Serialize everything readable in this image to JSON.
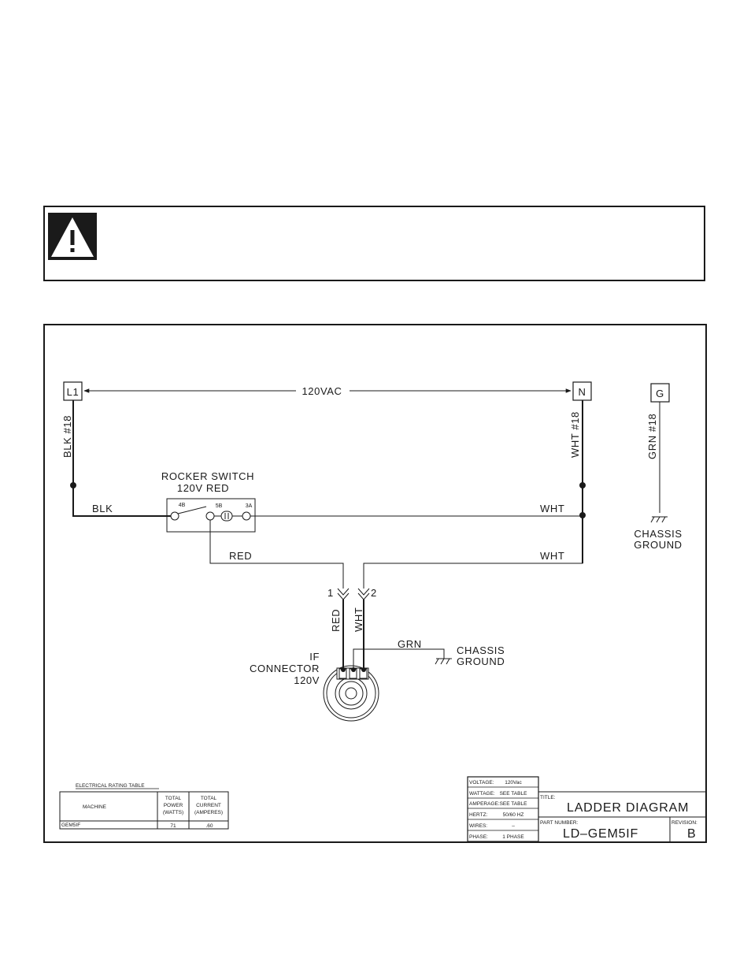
{
  "diagram": {
    "terminals": {
      "l1": "L1",
      "n": "N",
      "g": "G"
    },
    "supply_voltage": "120VAC",
    "wires": {
      "blk_18": "BLK #18",
      "wht_18": "WHT #18",
      "grn_18": "GRN #18",
      "blk": "BLK",
      "wht_top": "WHT",
      "red": "RED",
      "wht_mid": "WHT",
      "red_vertical": "RED",
      "wht_vertical": "WHT",
      "grn": "GRN"
    },
    "rocker_switch": {
      "line1": "ROCKER SWITCH",
      "line2": "120V RED",
      "terminals": [
        "4B",
        "5B",
        "3A"
      ]
    },
    "chassis_ground_1": {
      "line1": "CHASSIS",
      "line2": "GROUND"
    },
    "chassis_ground_2": {
      "line1": "CHASSIS",
      "line2": "GROUND"
    },
    "connector_pins": [
      "1",
      "2"
    ],
    "if_connector": {
      "line1": "IF",
      "line2": "CONNECTOR",
      "line3": "120V"
    }
  },
  "rating_table": {
    "title": "ELECTRICAL RATING TABLE",
    "headers": {
      "machine": "MACHINE",
      "power": [
        "TOTAL",
        "POWER",
        "(WATTS)"
      ],
      "current": [
        "TOTAL",
        "CURRENT",
        "(AMPERES)"
      ]
    },
    "rows": [
      {
        "machine": "GEM5IF",
        "power": "71",
        "current": ".60"
      }
    ]
  },
  "title_block": {
    "specs": [
      {
        "label": "VOLTAGE:",
        "value": "120Vac"
      },
      {
        "label": "WATTAGE:",
        "value": "SEE TABLE"
      },
      {
        "label": "AMPERAGE:",
        "value": "SEE TABLE"
      },
      {
        "label": "HERTZ:",
        "value": "50/60 HZ"
      },
      {
        "label": "WIRES:",
        "value": "–"
      },
      {
        "label": "PHASE:",
        "value": "1 PHASE"
      }
    ],
    "title_label": "TITLE:",
    "title": "LADDER DIAGRAM",
    "part_number_label": "PART NUMBER:",
    "part_number": "LD–GEM5IF",
    "revision_label": "REVISION:",
    "revision": "B"
  }
}
